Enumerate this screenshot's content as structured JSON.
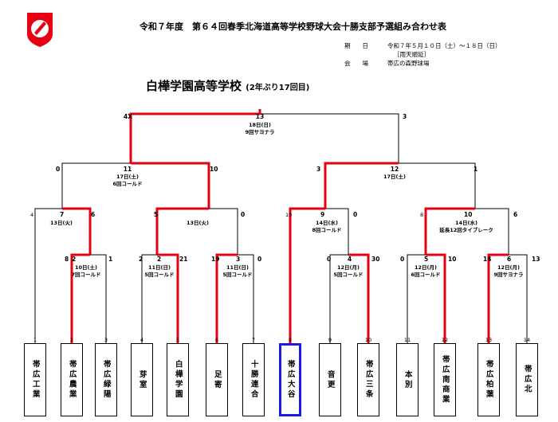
{
  "header": {
    "title": "令和７年度　第６４回春季北海道高等学校野球大会十勝支部予選組み合わせ表",
    "period_label": "期　　日",
    "period_value": "令和７年５月１０日（土）～１８日（日）",
    "rain_note": "［雨天順延］",
    "venue_label": "会　　場",
    "venue_value": "帯広の森野球場"
  },
  "champion": {
    "name": "白樺学園高等学校",
    "note": "(2年ぶり17回目)"
  },
  "final": {
    "left_score": "4X",
    "right_score": "3",
    "game_no": "13",
    "date": "18日(日)",
    "info": "9回サヨナラ"
  },
  "semis": [
    {
      "left_score": "0",
      "right_score": "10",
      "game_no": "11",
      "date": "17日(土)",
      "info": "6回コールド"
    },
    {
      "left_score": "3",
      "right_score": "1",
      "game_no": "12",
      "date": "17日(土)",
      "info": ""
    }
  ],
  "quarters": [
    {
      "left_score": "7",
      "right_score": "6",
      "outer_seed": "4",
      "date": "13日(火)",
      "info": ""
    },
    {
      "left_score": "5",
      "right_score": "0",
      "outer_seed": "",
      "date": "13日(火)",
      "info": ""
    },
    {
      "left_score": "9",
      "right_score": "0",
      "outer_seed": "10",
      "date": "14日(水)",
      "info": "8回コールド"
    },
    {
      "left_score": "10",
      "right_score": "6",
      "outer_seed": "8",
      "date": "14日(水)",
      "info": "延長12回タイブレーク"
    }
  ],
  "first_round": [
    {
      "game_no": "8",
      "left_score": "2",
      "right_score": "1",
      "date": "10日(土)",
      "info": "7回コールド"
    },
    {
      "game_no": "2",
      "left_score": "2",
      "right_score": "21",
      "date": "11日(日)",
      "info": "5回コールド"
    },
    {
      "game_no": "19",
      "left_score": "3",
      "right_score": "0",
      "date": "11日(日)",
      "info": "5回コールド"
    },
    {
      "game_no": "0",
      "left_score": "4",
      "right_score": "30",
      "date": "12日(月)",
      "info": "5回コールド"
    },
    {
      "game_no": "0",
      "left_score": "5",
      "right_score": "10",
      "date": "12日(月)",
      "info": "6回コールド"
    },
    {
      "game_no": "14",
      "left_score": "6",
      "right_score": "13",
      "date": "12日(月)",
      "info": "9回サヨナラ"
    }
  ],
  "teams": [
    {
      "num": "1",
      "name": "帯広工業"
    },
    {
      "num": "2",
      "name": "帯広農業"
    },
    {
      "num": "3",
      "name": "帯広緑陽"
    },
    {
      "num": "4",
      "name": "芽室"
    },
    {
      "num": "5",
      "name": "白樺学園"
    },
    {
      "num": "6",
      "name": "足寄"
    },
    {
      "num": "7",
      "name": "十勝連合"
    },
    {
      "num": "8",
      "name": "帯広大谷"
    },
    {
      "num": "9",
      "name": "音更"
    },
    {
      "num": "10",
      "name": "帯広三条"
    },
    {
      "num": "11",
      "name": "本別"
    },
    {
      "num": "12",
      "name": "帯広南商業"
    },
    {
      "num": "13",
      "name": "帯広柏葉"
    },
    {
      "num": "14",
      "name": "帯広北"
    }
  ],
  "colors": {
    "winner_line": "#e60012",
    "loser_line": "#000000",
    "highlight_box": "#1a1ae6",
    "logo": "#e60012"
  },
  "logo_icon": "baseball-federation-logo-icon"
}
